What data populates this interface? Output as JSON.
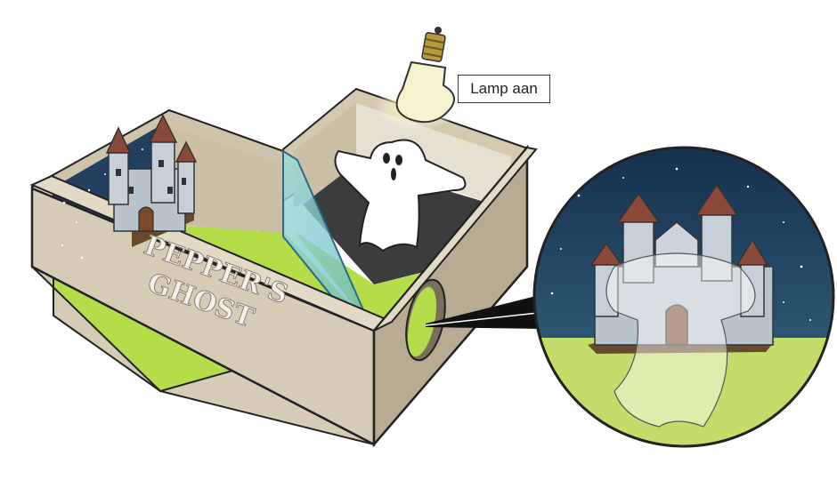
{
  "labels": {
    "lamp": "Lamp aan",
    "box_title_line1": "PEPPER'S",
    "box_title_line2": "GHOST"
  },
  "colors": {
    "wood": "#d6cbb4",
    "wood_dark": "#b8ab91",
    "floor_green": "#b5dd4a",
    "night_sky": "#1d3a5a",
    "glass": "#a7dcd6",
    "dark_floor": "#3a3a3a"
  },
  "icons": [
    "light-bulb-icon",
    "castle-icon",
    "ghost-icon"
  ]
}
